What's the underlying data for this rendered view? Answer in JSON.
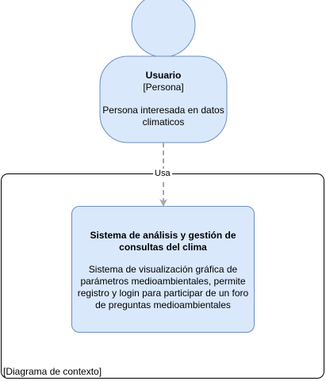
{
  "colors": {
    "person_fill": "#dae8fc",
    "person_stroke": "#6c8ebf",
    "system_fill": "#dae8fc",
    "system_stroke": "#6c8ebf",
    "edge": "#a8a8a8",
    "boundary_stroke": "#000000"
  },
  "boundary": {
    "label": "[Diagrama de contexto]"
  },
  "person": {
    "icon": "person-shape",
    "name": "Usuario",
    "type": "[Persona]",
    "description": "Persona interesada en datos climaticos"
  },
  "relationship": {
    "label": "Usa"
  },
  "system": {
    "name": "Sistema de análisis y gestión de consultas del clima",
    "description": "Sistema de visualización gráfica de parámetros medioambientales, permite registro y login para participar de un foro de preguntas medioambientales"
  }
}
